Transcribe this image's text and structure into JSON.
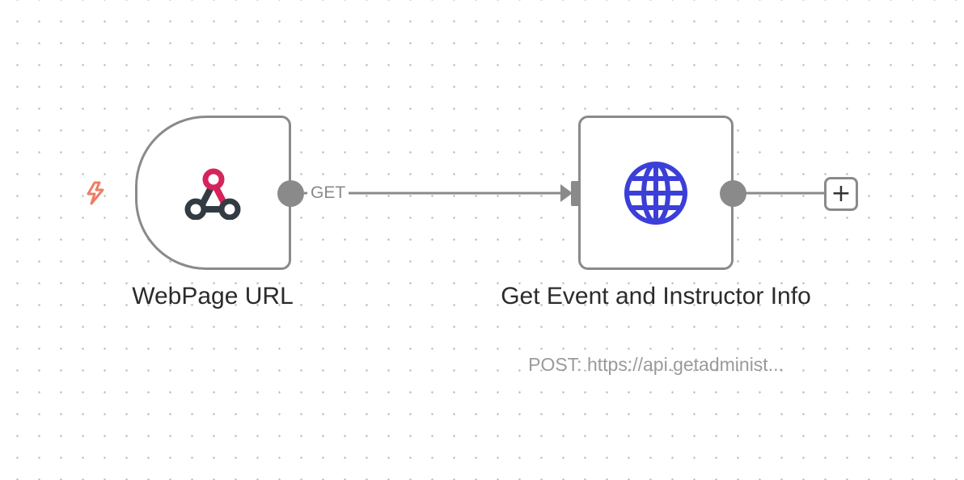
{
  "nodes": {
    "webhook": {
      "title": "WebPage URL",
      "icon": "webhook-icon"
    },
    "http_request": {
      "title": "Get Event and Instructor Info",
      "subtitle": "POST: https://api.getadminist...",
      "icon": "globe-icon"
    }
  },
  "connection": {
    "label": "GET"
  },
  "trigger_icon": "lightning-bolt-icon",
  "add_node_button": {
    "label": "+"
  },
  "colors": {
    "node_border": "#8a8a8a",
    "webhook_accent": "#d5245c",
    "webhook_dark": "#323b43",
    "globe_blue": "#3b3fd8",
    "trigger_orange": "#ee7d63"
  }
}
